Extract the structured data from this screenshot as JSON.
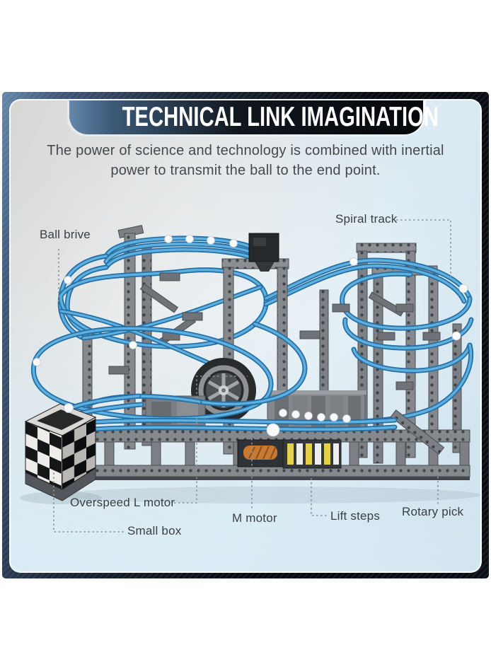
{
  "header": {
    "title": "TECHNICAL LINK IMAGINATION",
    "subtitle_line1": "The power of science and technology is combined with inertial",
    "subtitle_line2": "power to transmit the ball to the end point."
  },
  "labels": {
    "ball_drive": "Ball brive",
    "spiral_track": "Spiral track",
    "overspeed_l_motor": "Overspeed L motor",
    "m_motor": "M motor",
    "lift_steps": "Lift steps",
    "rotary_pick": "Rotary pick",
    "small_box": "Small box"
  },
  "colors": {
    "track_blue": "#3f97cc",
    "track_blue_dark": "#2470a6",
    "frame_navy": "#2c3d52",
    "banner_dark": "#06090c",
    "beam_gray": "#85898d",
    "accent_yellow": "#e6cf4a",
    "auger_orange": "#c87a32"
  }
}
